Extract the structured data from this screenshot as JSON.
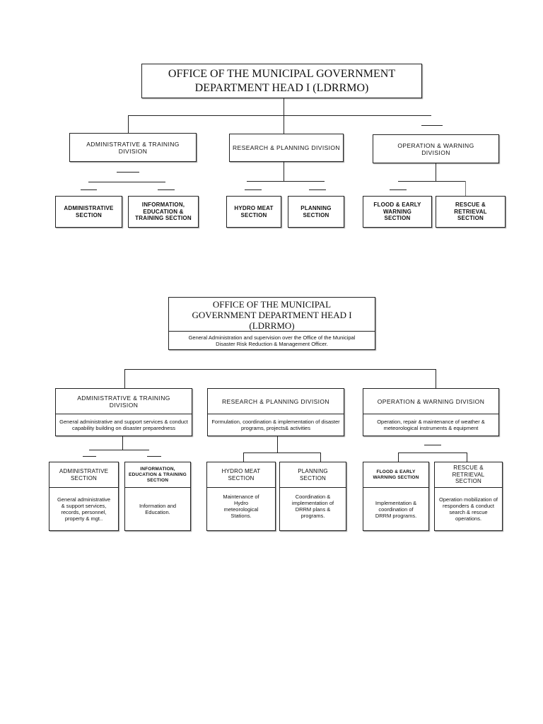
{
  "chart1": {
    "head": "OFFICE OF THE MUNICIPAL GOVERNMENT DEPARTMENT HEAD I (LDRRMO)",
    "divisions": [
      {
        "title": "ADMINISTRATIVE & TRAINING DIVISION",
        "sections": [
          "ADMINISTRATIVE SECTION",
          "INFORMATION, EDUCATION & TRAINING SECTION"
        ]
      },
      {
        "title": "RESEARCH & PLANNING DIVISION",
        "sections": [
          "HYDRO MEAT SECTION",
          "PLANNING SECTION"
        ]
      },
      {
        "title": "OPERATION & WARNING DIVISION",
        "sections": [
          "FLOOD & EARLY WARNING SECTION",
          "RESCUE & RETRIEVAL SECTION"
        ]
      }
    ]
  },
  "chart2": {
    "head": "OFFICE OF THE MUNICIPAL GOVERNMENT DEPARTMENT HEAD I (LDRRMO)",
    "head_desc": "General Administration and supervision over the Office of the Municipal Disaster Risk Reduction & Management Officer.",
    "divisions": [
      {
        "title": "ADMINISTRATIVE & TRAINING DIVISION",
        "desc": "General administrative and support services & conduct capability building on disaster preparedness",
        "sections": [
          {
            "title": "ADMINISTRATIVE SECTION",
            "desc": "General administrative & support services, records, personnel, property & mgt.."
          },
          {
            "title": "INFORMATION, EDUCATION & TRAINING SECTION",
            "desc": "Information and Education."
          }
        ]
      },
      {
        "title": "RESEARCH & PLANNING DIVISION",
        "desc": "Formulation, coordination & implementation of disaster programs, projects& activities",
        "sections": [
          {
            "title": "HYDRO MEAT SECTION",
            "desc": "Maintenance of Hydro meteorological Stations."
          },
          {
            "title": "PLANNING SECTION",
            "desc": "Coordination & implementation of DRRM plans & programs."
          }
        ]
      },
      {
        "title": "OPERATION & WARNING DIVISION",
        "desc": "Operation, repair & maintenance of weather & meteorological instruments & equipment",
        "sections": [
          {
            "title": "FLOOD & EARLY WARNING SECTION",
            "desc": "Implementation & coordination of DRRM programs."
          },
          {
            "title": "RESCUE & RETRIEVAL SECTION",
            "desc": "Operation mobilization of responders & conduct search & rescue operations."
          }
        ]
      }
    ]
  }
}
